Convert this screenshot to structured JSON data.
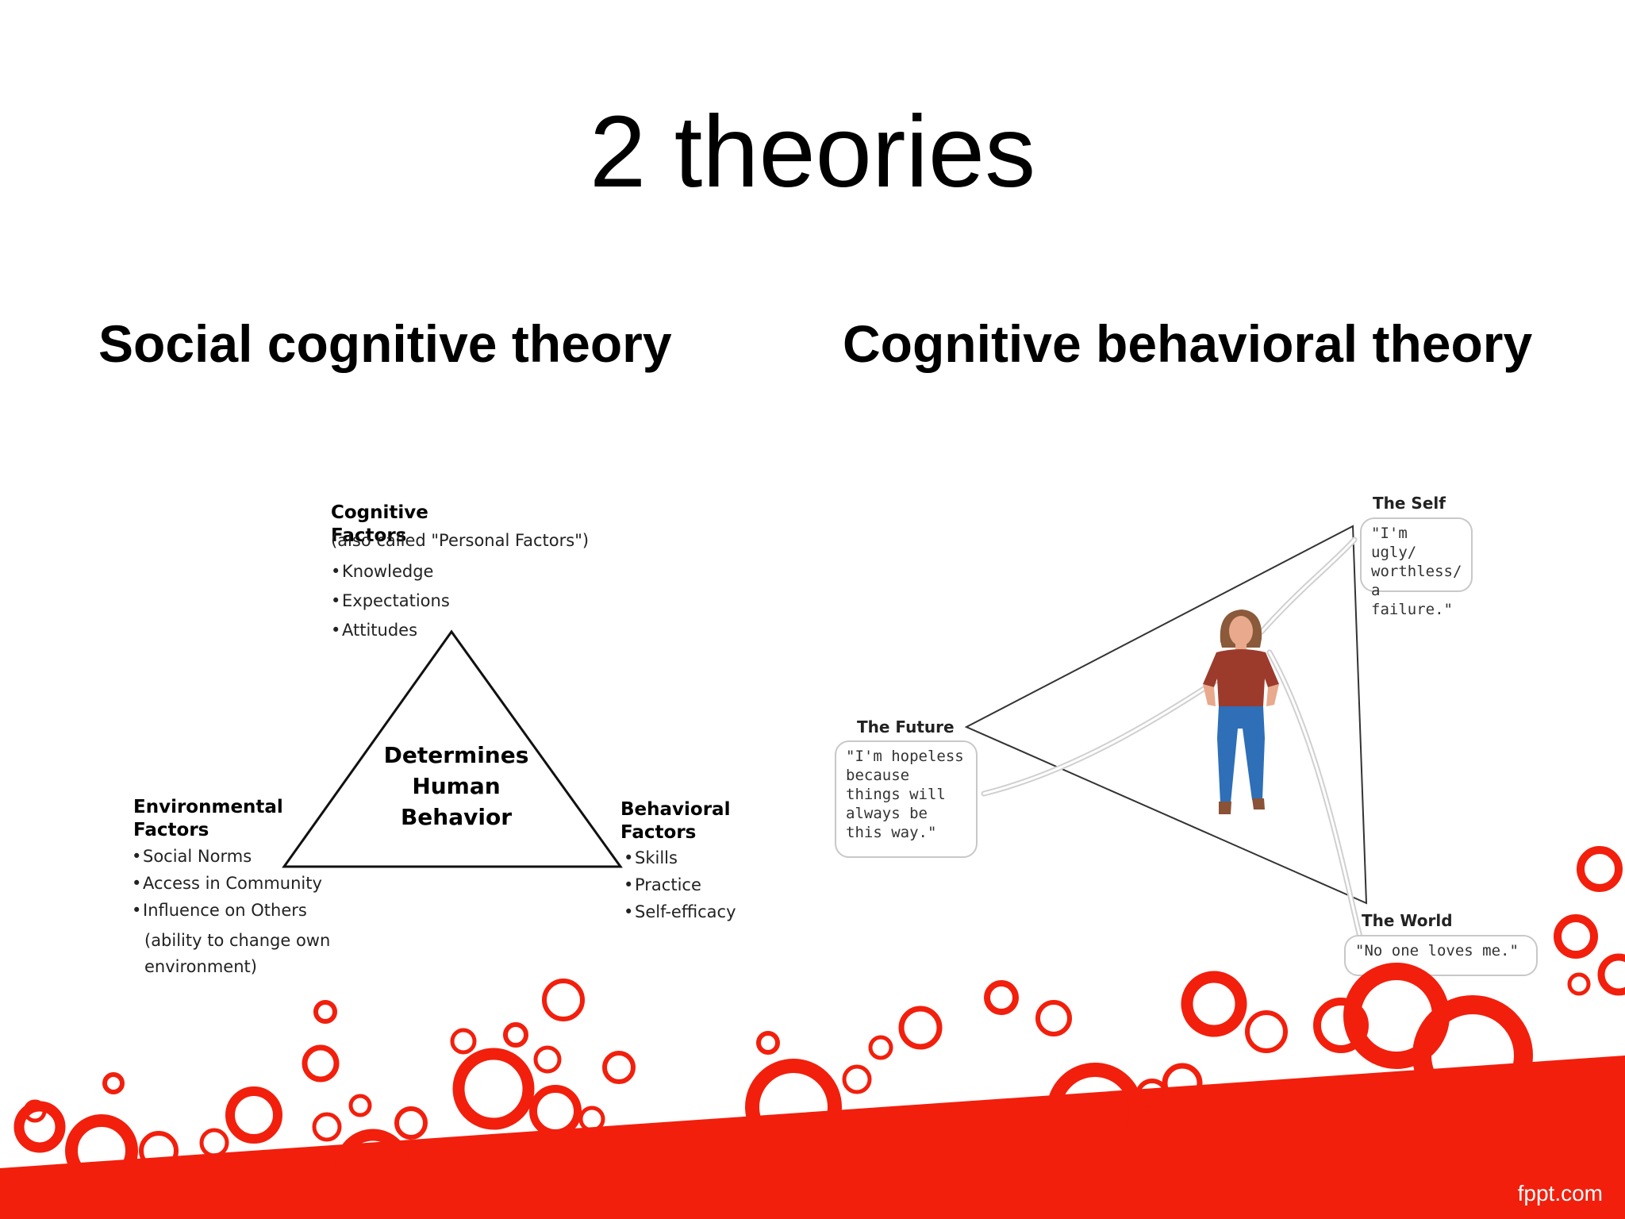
{
  "slide": {
    "title": "2 theories",
    "left_title": "Social cognitive theory",
    "right_title": "Cognitive behavioral theory",
    "footer_brand": "fppt.com"
  },
  "sct_diagram": {
    "top_heading": "Cognitive Factors",
    "top_subheading": "(also called \"Personal Factors\")",
    "top_items": [
      "Knowledge",
      "Expectations",
      "Attitudes"
    ],
    "center_lines": [
      "Determines",
      "Human",
      "Behavior"
    ],
    "left_heading_1": "Environmental",
    "left_heading_2": "Factors",
    "left_items": [
      "Social Norms",
      "Access in Community",
      "Influence on Others"
    ],
    "left_note_1": "(ability to change own",
    "left_note_2": "environment)",
    "right_heading_1": "Behavioral",
    "right_heading_2": "Factors",
    "right_items": [
      "Skills",
      "Practice",
      "Self-efficacy"
    ]
  },
  "cbt_diagram": {
    "self_heading": "The Self",
    "self_quote": "\"I'm ugly/\nworthless/\na failure.\"",
    "future_heading": "The Future",
    "future_quote": "\"I'm hopeless\nbecause\nthings will\nalways be\nthis way.\"",
    "world_heading": "The World",
    "world_quote": "\"No one loves me.\""
  },
  "colors": {
    "accent_red": "#f21f0c",
    "shirt": "#9c3b2c",
    "jeans": "#2e6fb7",
    "skin": "#e9a98c",
    "hair": "#8a5a3a"
  }
}
